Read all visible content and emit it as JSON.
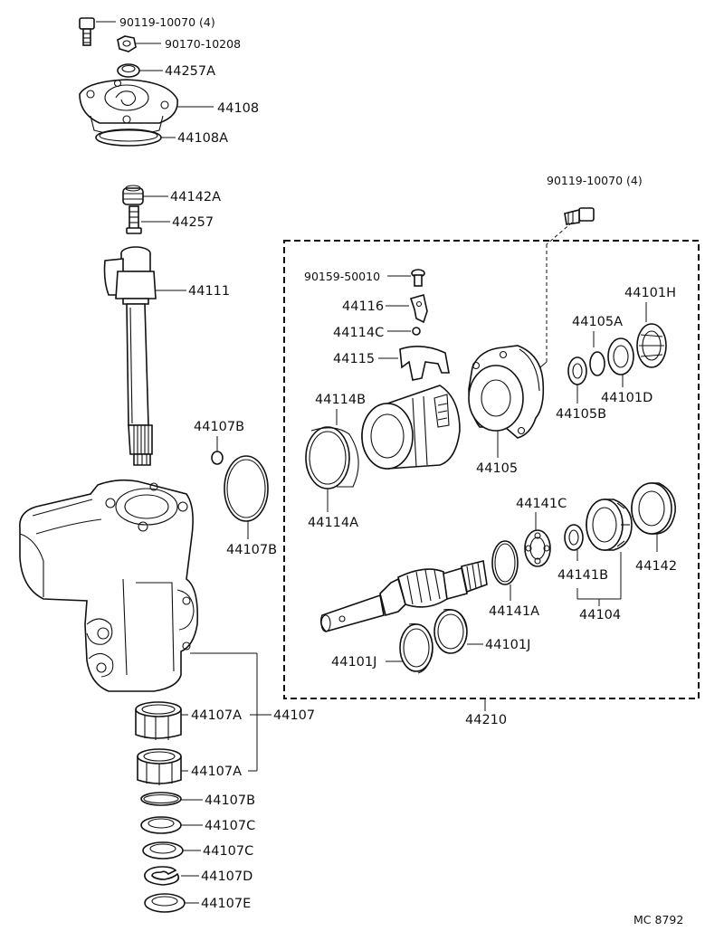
{
  "labels": {
    "bolt_top": "90119-10070 (4)",
    "nut_top": "90170-10208",
    "l44257A": "44257A",
    "l44108": "44108",
    "l44108A": "44108A",
    "l44142A": "44142A",
    "l44257": "44257",
    "l44111": "44111",
    "l44107B_top": "44107B",
    "l44107B_mid": "44107B",
    "l44107A_1": "44107A",
    "l44107A_2": "44107A",
    "l44107": "44107",
    "l44107B_low": "44107B",
    "l44107C_1": "44107C",
    "l44107C_2": "44107C",
    "l44107D": "44107D",
    "l44107E": "44107E",
    "bolt_right": "90119-10070 (4)",
    "screw": "90159-50010",
    "l44116": "44116",
    "l44114C": "44114C",
    "l44115": "44115",
    "l44114B": "44114B",
    "l44114A": "44114A",
    "l44105": "44105",
    "l44105A": "44105A",
    "l44105B": "44105B",
    "l44101H": "44101H",
    "l44101D": "44101D",
    "l44141C": "44141C",
    "l44141A": "44141A",
    "l44141B": "44141B",
    "l44142": "44142",
    "l44104": "44104",
    "l44101J_1": "44101J",
    "l44101J_2": "44101J",
    "l44210": "44210",
    "footer_code": "MC 8792"
  }
}
